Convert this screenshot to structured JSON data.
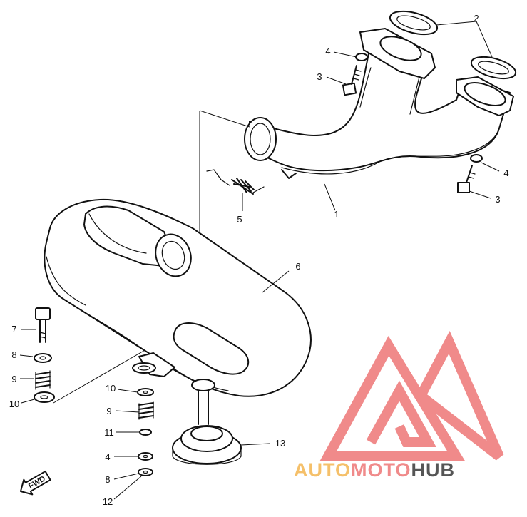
{
  "diagram": {
    "parts": [
      {
        "id": "part-1",
        "label": "1"
      },
      {
        "id": "part-2",
        "label": "2"
      },
      {
        "id": "part-3a",
        "label": "3"
      },
      {
        "id": "part-3b",
        "label": "3"
      },
      {
        "id": "part-4a",
        "label": "4"
      },
      {
        "id": "part-4b",
        "label": "4"
      },
      {
        "id": "part-4c",
        "label": "4"
      },
      {
        "id": "part-5",
        "label": "5"
      },
      {
        "id": "part-6",
        "label": "6"
      },
      {
        "id": "part-7",
        "label": "7"
      },
      {
        "id": "part-8a",
        "label": "8"
      },
      {
        "id": "part-8b",
        "label": "8"
      },
      {
        "id": "part-9a",
        "label": "9"
      },
      {
        "id": "part-9b",
        "label": "9"
      },
      {
        "id": "part-10a",
        "label": "10"
      },
      {
        "id": "part-10b",
        "label": "10"
      },
      {
        "id": "part-11",
        "label": "11"
      },
      {
        "id": "part-12",
        "label": "12"
      },
      {
        "id": "part-13",
        "label": "13"
      }
    ],
    "direction_badge": "FWD"
  },
  "watermark": {
    "part1": "AUTO",
    "part2": "MOTO",
    "part3": "HUB",
    "colors": {
      "logo": "#f08a8a",
      "auto": "#f5c06a",
      "moto": "#f08a8a",
      "hub": "#555555"
    }
  }
}
